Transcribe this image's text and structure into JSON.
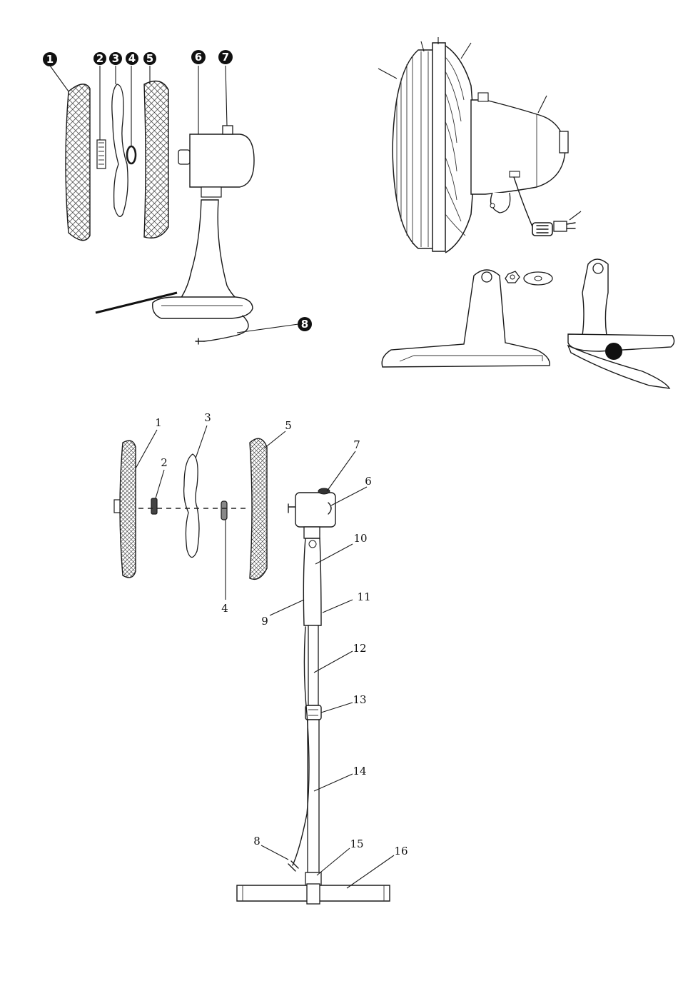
{
  "diagram_table_fan": {
    "badges": [
      {
        "id": "b1",
        "text": "1"
      },
      {
        "id": "b2",
        "text": "2"
      },
      {
        "id": "b3",
        "text": "3"
      },
      {
        "id": "b4",
        "text": "4"
      },
      {
        "id": "b5",
        "text": "5"
      },
      {
        "id": "b6",
        "text": "6"
      },
      {
        "id": "b7",
        "text": "7"
      },
      {
        "id": "b8",
        "text": "8"
      }
    ]
  },
  "diagram_stand_fan": {
    "labels": [
      {
        "id": "l1",
        "text": "1"
      },
      {
        "id": "l2",
        "text": "2"
      },
      {
        "id": "l3",
        "text": "3"
      },
      {
        "id": "l4",
        "text": "4"
      },
      {
        "id": "l5",
        "text": "5"
      },
      {
        "id": "l6",
        "text": "6"
      },
      {
        "id": "l7",
        "text": "7"
      },
      {
        "id": "l8",
        "text": "8"
      },
      {
        "id": "l9",
        "text": "9"
      },
      {
        "id": "l10",
        "text": "10"
      },
      {
        "id": "l11",
        "text": "11"
      },
      {
        "id": "l12",
        "text": "12"
      },
      {
        "id": "l13",
        "text": "13"
      },
      {
        "id": "l14",
        "text": "14"
      },
      {
        "id": "l15",
        "text": "15"
      },
      {
        "id": "l16",
        "text": "16"
      }
    ]
  }
}
